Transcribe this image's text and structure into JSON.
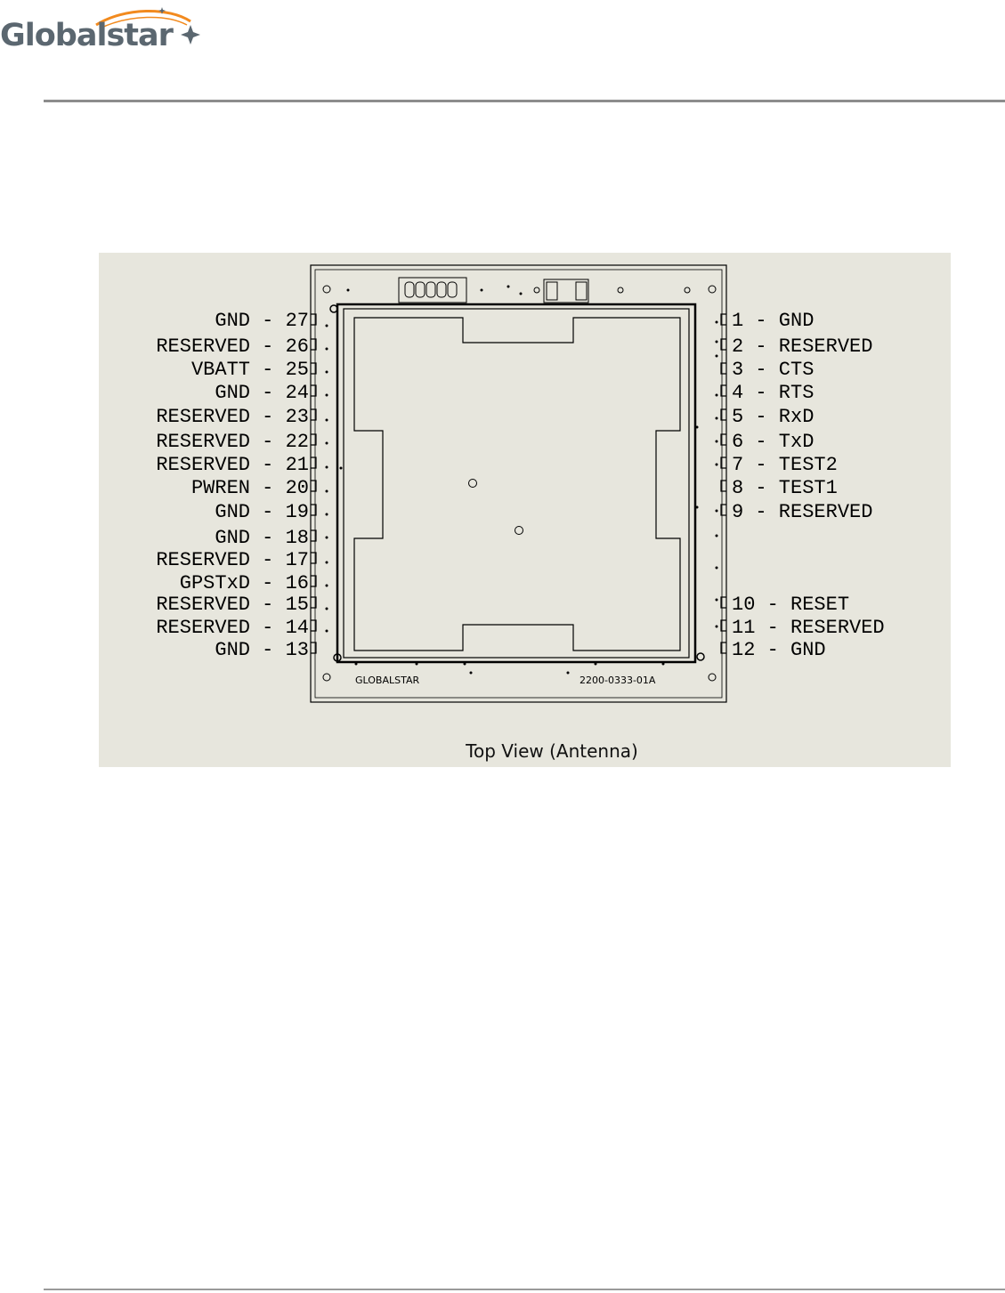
{
  "header": {
    "logo_text": "Globalstar"
  },
  "figure": {
    "caption": "Top View (Antenna)",
    "board_marking_left": "GLOBALSTAR",
    "board_marking_right": "2200-0333-01A",
    "pins_left": [
      {
        "label": "GND - 27"
      },
      {
        "label": "RESERVED - 26"
      },
      {
        "label": "VBATT - 25"
      },
      {
        "label": "GND - 24"
      },
      {
        "label": "RESERVED - 23"
      },
      {
        "label": "RESERVED - 22"
      },
      {
        "label": "RESERVED - 21"
      },
      {
        "label": "PWREN - 20"
      },
      {
        "label": "GND - 19"
      },
      {
        "label": "GND - 18"
      },
      {
        "label": "RESERVED - 17"
      },
      {
        "label": "GPSTxD - 16"
      },
      {
        "label": "RESERVED - 15"
      },
      {
        "label": "RESERVED - 14"
      },
      {
        "label": "GND - 13"
      }
    ],
    "pins_right": [
      {
        "label": "1 - GND"
      },
      {
        "label": "2 - RESERVED"
      },
      {
        "label": "3 - CTS"
      },
      {
        "label": "4 - RTS"
      },
      {
        "label": "5 - RxD"
      },
      {
        "label": "6 - TxD"
      },
      {
        "label": "7 - TEST2"
      },
      {
        "label": "8 - TEST1"
      },
      {
        "label": "9 - RESERVED"
      },
      {
        "label": "10 - RESET"
      },
      {
        "label": "11 - RESERVED"
      },
      {
        "label": "12 - GND"
      }
    ]
  }
}
